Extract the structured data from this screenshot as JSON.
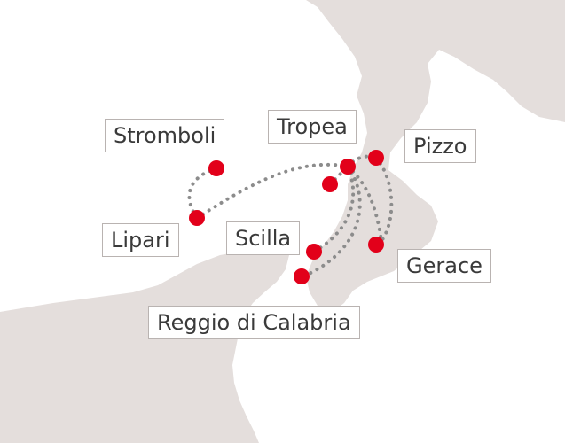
{
  "colors": {
    "land": "#e4dedc",
    "sea": "#ffffff",
    "marker": "#e2001a",
    "route": "#8c8c8c",
    "label_border": "#b9b3b1",
    "label_text": "#3a3a3a"
  },
  "places": [
    {
      "id": "stromboli",
      "label": "Stromboli"
    },
    {
      "id": "tropea",
      "label": "Tropea"
    },
    {
      "id": "pizzo",
      "label": "Pizzo"
    },
    {
      "id": "lipari",
      "label": "Lipari"
    },
    {
      "id": "scilla",
      "label": "Scilla"
    },
    {
      "id": "gerace",
      "label": "Gerace"
    },
    {
      "id": "reggio",
      "label": "Reggio di Calabria"
    }
  ]
}
